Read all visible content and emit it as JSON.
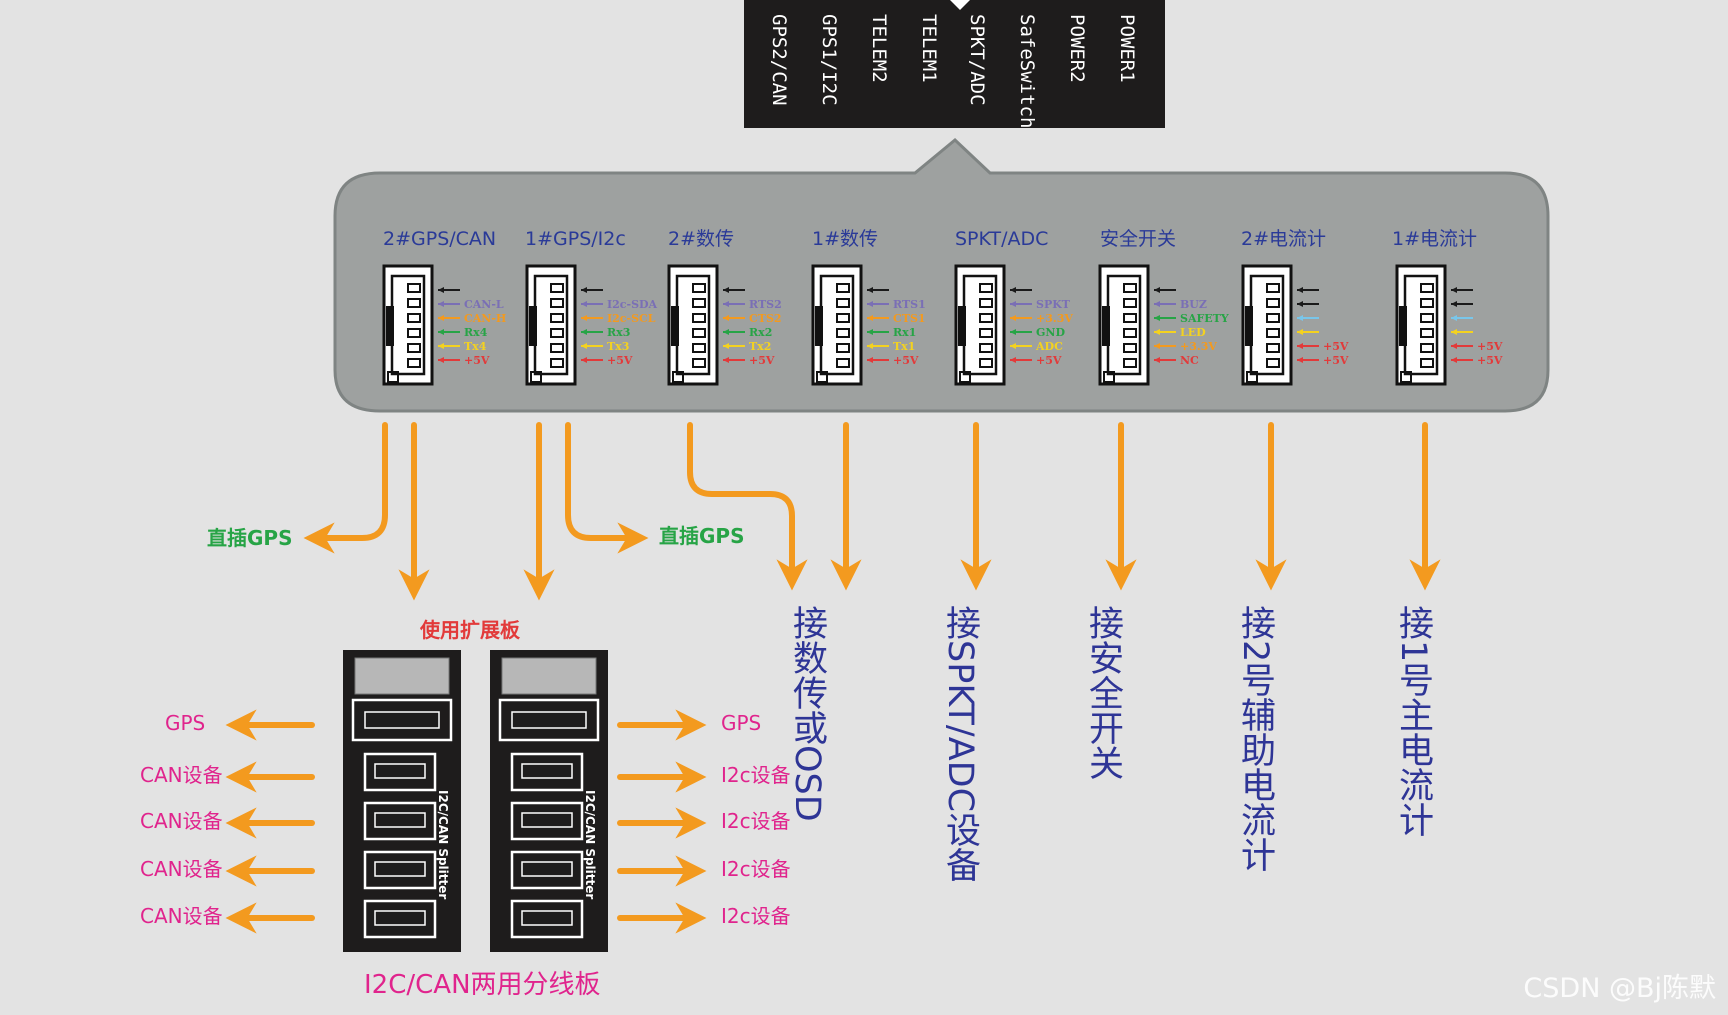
{
  "colors": {
    "background": "#e3e3e3",
    "panel": "#9ea1a0",
    "arrow": "#f39a1f",
    "title_blue": "#2a3a98",
    "dest_blue": "#2e3596",
    "green_label": "#27a446",
    "pink_label": "#e0248d",
    "red_label": "#e23a3a",
    "board": "#1e1c1c"
  },
  "top_bar": {
    "labels": [
      "GPS2/CAN",
      "GPS1/I2C",
      "TELEM2",
      "TELEM1",
      "SPKT/ADC",
      "SafeSwitch",
      "POWER2",
      "POWER1"
    ]
  },
  "ports": [
    {
      "title": "2#GPS/CAN",
      "pins": [
        "",
        "CAN-L",
        "CAN-H",
        "Rx4",
        "Tx4",
        "+5V"
      ]
    },
    {
      "title": "1#GPS/I2c",
      "pins": [
        "",
        "I2c-SDA",
        "I2c-SCL",
        "Rx3",
        "Tx3",
        "+5V"
      ]
    },
    {
      "title": "2#数传",
      "pins": [
        "",
        "RTS2",
        "CTS2",
        "Rx2",
        "Tx2",
        "+5V"
      ]
    },
    {
      "title": "1#数传",
      "pins": [
        "",
        "RTS1",
        "CTS1",
        "Rx1",
        "Tx1",
        "+5V"
      ]
    },
    {
      "title": "SPKT/ADC",
      "pins": [
        "",
        "SPKT",
        "+3.3V",
        "GND",
        "ADC",
        "+5V"
      ]
    },
    {
      "title": "安全开关",
      "pins": [
        "",
        "BUZ",
        "SAFETY",
        "LED",
        "+3.3V",
        "NC"
      ]
    },
    {
      "title": "2#电流计",
      "pins": [
        "",
        "",
        "",
        "",
        "+5V",
        "+5V"
      ]
    },
    {
      "title": "1#电流计",
      "pins": [
        "",
        "",
        "",
        "",
        "+5V",
        "+5V"
      ]
    }
  ],
  "labels": {
    "direct_gps": "直插GPS",
    "expansion": "使用扩展板",
    "splitter_caption": "I2C/CAN两用分线板",
    "board_text": "I2C/CAN Splitter",
    "left_outputs": [
      "GPS",
      "CAN设备",
      "CAN设备",
      "CAN设备",
      "CAN设备"
    ],
    "right_outputs": [
      "GPS",
      "I2c设备",
      "I2c设备",
      "I2c设备",
      "I2c设备"
    ]
  },
  "destinations": [
    "接数传或OSD",
    "接SPKT/ADC设备",
    "接安全开关",
    "接2号辅助电流计",
    "接1号主电流计"
  ],
  "watermark": "CSDN @Bj陈默"
}
